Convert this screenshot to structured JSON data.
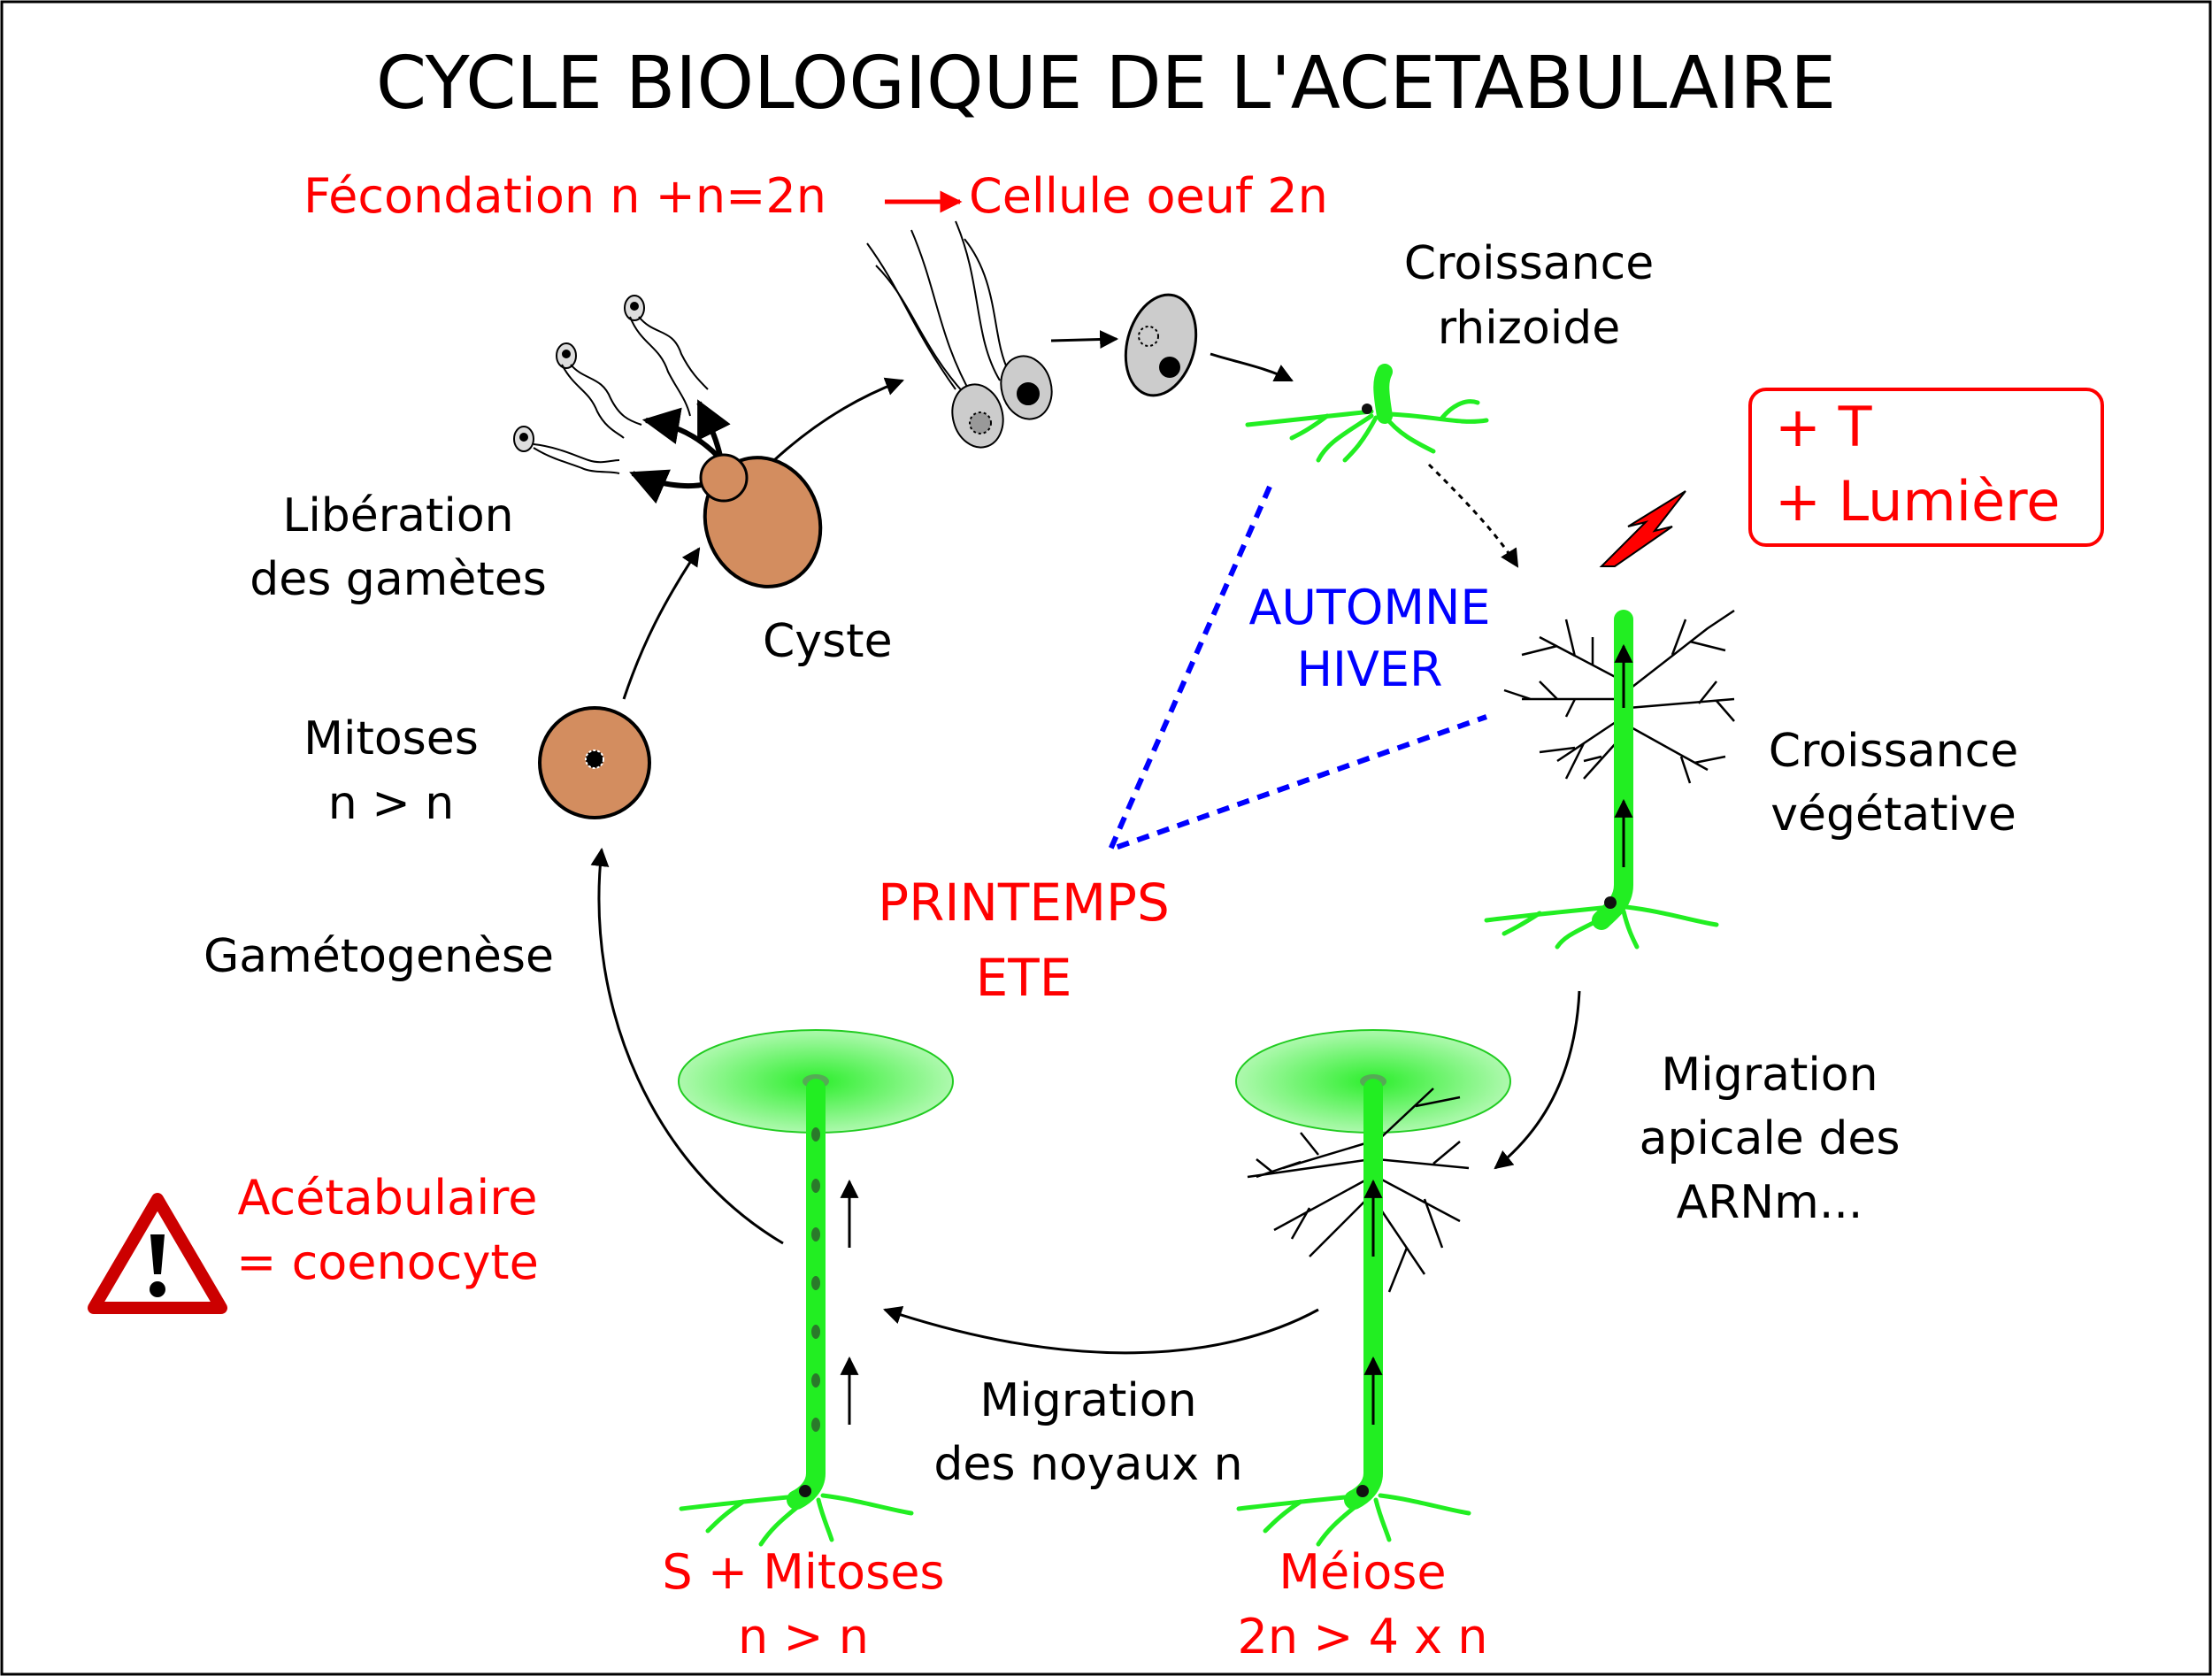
{
  "title": "CYCLE BIOLOGIQUE DE L'ACETABULAIRE",
  "labels": {
    "fecondation": "Fécondation n +n=2n",
    "cellule_oeuf": "Cellule oeuf 2n",
    "croissance_rhizoide": [
      "Croissance",
      "rhizoide"
    ],
    "liberation": [
      "Libération",
      "des gamètes"
    ],
    "cyste": "Cyste",
    "mitoses": [
      "Mitoses",
      "n > n"
    ],
    "automne_hiver": [
      "AUTOMNE",
      "HIVER"
    ],
    "printemps_ete": [
      "PRINTEMPS",
      "ETE"
    ],
    "croissance_vegetative": [
      "Croissance",
      "végétative"
    ],
    "gametogenese": "Gamétogenèse",
    "migration_apicale": [
      "Migration",
      "apicale des",
      "ARNm..."
    ],
    "acetabulaire": [
      "Acétabulaire",
      "= coenocyte"
    ],
    "migration_noyaux": [
      "Migration",
      "des noyaux n"
    ],
    "s_mitoses": [
      "S + Mitoses",
      "n > n"
    ],
    "meiose": [
      "Méiose",
      "2n > 4 x n"
    ],
    "conditions": [
      "+ T",
      "+ Lumière"
    ]
  },
  "colors": {
    "red": "#ff0000",
    "blue": "#0000ff",
    "green": "#22ee22",
    "cyst": "#d38d5f",
    "text": "#000000"
  },
  "icons": [
    "warning-icon",
    "lightning-icon"
  ]
}
